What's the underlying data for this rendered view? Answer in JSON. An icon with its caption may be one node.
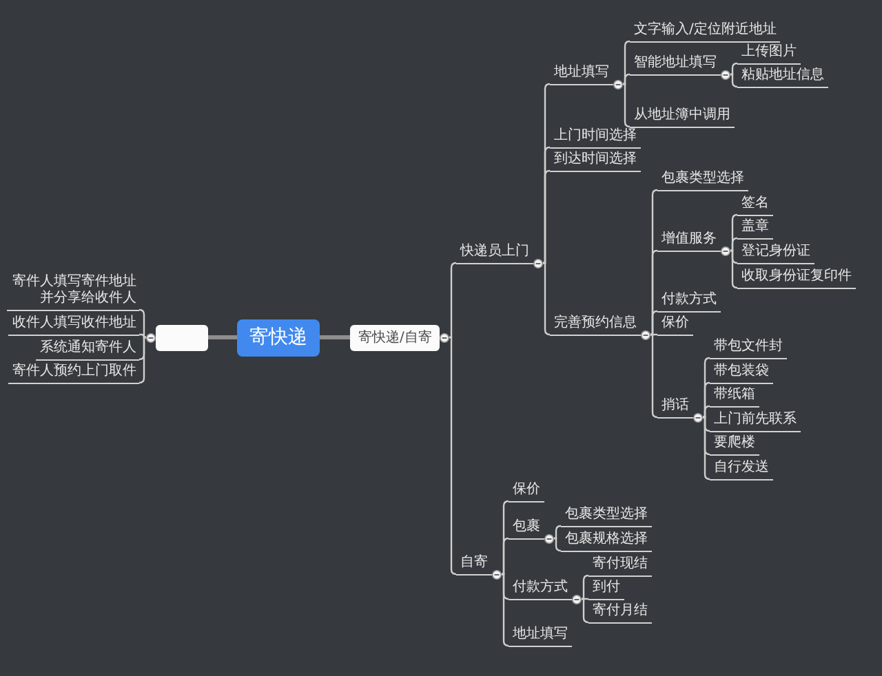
{
  "diagram": {
    "nodes": [
      {
        "text": [
          "寄快递"
        ]
      },
      {
        "text": [],
        "shape": "box"
      },
      {
        "text": [
          "寄件人填写寄件地址并分享给收件人"
        ]
      },
      {
        "text": [
          "收件人填写收件地址"
        ]
      },
      {
        "text": [
          "系统通知寄件人"
        ]
      },
      {
        "text": [
          "寄件人预约上门取件"
        ]
      },
      {
        "text": [
          "寄快递/自寄"
        ]
      },
      {
        "text": [
          "快递员上门"
        ]
      },
      {
        "text": [
          "地址填写"
        ]
      },
      {
        "text": [
          "文字输入/定位附近地址"
        ]
      },
      {
        "text": [
          "智能地址填写"
        ]
      },
      {
        "text": [
          "上传图片"
        ]
      },
      {
        "text": [
          "粘贴地址信息"
        ]
      },
      {
        "text": [
          "从地址簿中调用"
        ]
      },
      {
        "text": [
          "上门时间选择"
        ]
      },
      {
        "text": [
          "到达时间选择"
        ]
      },
      {
        "text": [
          "完善预约信息"
        ]
      },
      {
        "text": [
          "包裹类型选择"
        ]
      },
      {
        "text": [
          "增值服务"
        ]
      },
      {
        "text": [
          "签名"
        ]
      },
      {
        "text": [
          "盖章"
        ]
      },
      {
        "text": [
          "登记身份证"
        ]
      },
      {
        "text": [
          "收取身份证复印件"
        ]
      },
      {
        "text": [
          "付款方式"
        ]
      },
      {
        "text": [
          "保价"
        ]
      },
      {
        "text": [
          "捎话"
        ]
      },
      {
        "text": [
          "带包文件封"
        ]
      },
      {
        "text": [
          "带包装袋"
        ]
      },
      {
        "text": [
          "带纸箱"
        ]
      },
      {
        "text": [
          "上门前先联系"
        ]
      },
      {
        "text": [
          "要爬楼"
        ]
      },
      {
        "text": [
          "自行发送"
        ]
      },
      {
        "text": [
          "自寄"
        ]
      },
      {
        "text": [
          "保价"
        ]
      },
      {
        "text": [
          "包裹"
        ]
      },
      {
        "text": [
          "包裹类型选择"
        ]
      },
      {
        "text": [
          "包裹规格选择"
        ]
      },
      {
        "text": [
          "付款方式"
        ]
      },
      {
        "text": [
          "寄付现结"
        ]
      },
      {
        "text": [
          "到付"
        ]
      },
      {
        "text": [
          "寄付月结"
        ]
      },
      {
        "text": [
          "地址填写"
        ]
      }
    ],
    "edges": [
      {
        "from": 0,
        "to": 1,
        "arrow": "none",
        "style": "thick",
        "color": "#8e8e8e"
      },
      {
        "from": 1,
        "to": 2,
        "arrow": "none"
      },
      {
        "from": 1,
        "to": 3,
        "arrow": "none"
      },
      {
        "from": 1,
        "to": 4,
        "arrow": "none"
      },
      {
        "from": 1,
        "to": 5,
        "arrow": "none"
      },
      {
        "from": 0,
        "to": 6,
        "arrow": "none",
        "style": "thick",
        "color": "#8e8e8e"
      },
      {
        "from": 6,
        "to": 7,
        "arrow": "none"
      },
      {
        "from": 7,
        "to": 8,
        "arrow": "none"
      },
      {
        "from": 8,
        "to": 9,
        "arrow": "none"
      },
      {
        "from": 8,
        "to": 10,
        "arrow": "none"
      },
      {
        "from": 10,
        "to": 11,
        "arrow": "none"
      },
      {
        "from": 10,
        "to": 12,
        "arrow": "none"
      },
      {
        "from": 8,
        "to": 13,
        "arrow": "none"
      },
      {
        "from": 7,
        "to": 14,
        "arrow": "none"
      },
      {
        "from": 7,
        "to": 15,
        "arrow": "none"
      },
      {
        "from": 7,
        "to": 16,
        "arrow": "none"
      },
      {
        "from": 16,
        "to": 17,
        "arrow": "none"
      },
      {
        "from": 16,
        "to": 18,
        "arrow": "none"
      },
      {
        "from": 18,
        "to": 19,
        "arrow": "none"
      },
      {
        "from": 18,
        "to": 20,
        "arrow": "none"
      },
      {
        "from": 18,
        "to": 21,
        "arrow": "none"
      },
      {
        "from": 18,
        "to": 22,
        "arrow": "none"
      },
      {
        "from": 16,
        "to": 23,
        "arrow": "none"
      },
      {
        "from": 16,
        "to": 24,
        "arrow": "none"
      },
      {
        "from": 16,
        "to": 25,
        "arrow": "none"
      },
      {
        "from": 25,
        "to": 26,
        "arrow": "none"
      },
      {
        "from": 25,
        "to": 27,
        "arrow": "none"
      },
      {
        "from": 25,
        "to": 28,
        "arrow": "none"
      },
      {
        "from": 25,
        "to": 29,
        "arrow": "none"
      },
      {
        "from": 25,
        "to": 30,
        "arrow": "none"
      },
      {
        "from": 25,
        "to": 31,
        "arrow": "none"
      },
      {
        "from": 6,
        "to": 32,
        "arrow": "none"
      },
      {
        "from": 32,
        "to": 33,
        "arrow": "none"
      },
      {
        "from": 32,
        "to": 34,
        "arrow": "none"
      },
      {
        "from": 34,
        "to": 35,
        "arrow": "none"
      },
      {
        "from": 34,
        "to": 36,
        "arrow": "none"
      },
      {
        "from": 32,
        "to": 37,
        "arrow": "none"
      },
      {
        "from": 37,
        "to": 38,
        "arrow": "none"
      },
      {
        "from": 37,
        "to": 39,
        "arrow": "none"
      },
      {
        "from": 37,
        "to": 40,
        "arrow": "none"
      },
      {
        "from": 32,
        "to": 41,
        "arrow": "none"
      }
    ]
  }
}
